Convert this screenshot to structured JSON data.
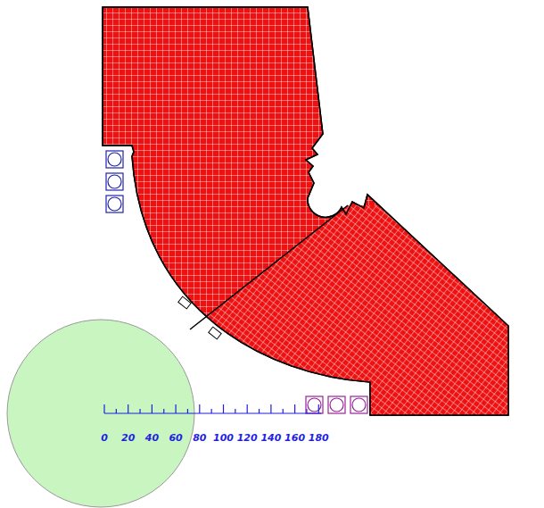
{
  "diagram": {
    "labels": [
      "0",
      "20",
      "40",
      "60",
      "80",
      "100",
      "120",
      "140",
      "160",
      "180"
    ]
  }
}
